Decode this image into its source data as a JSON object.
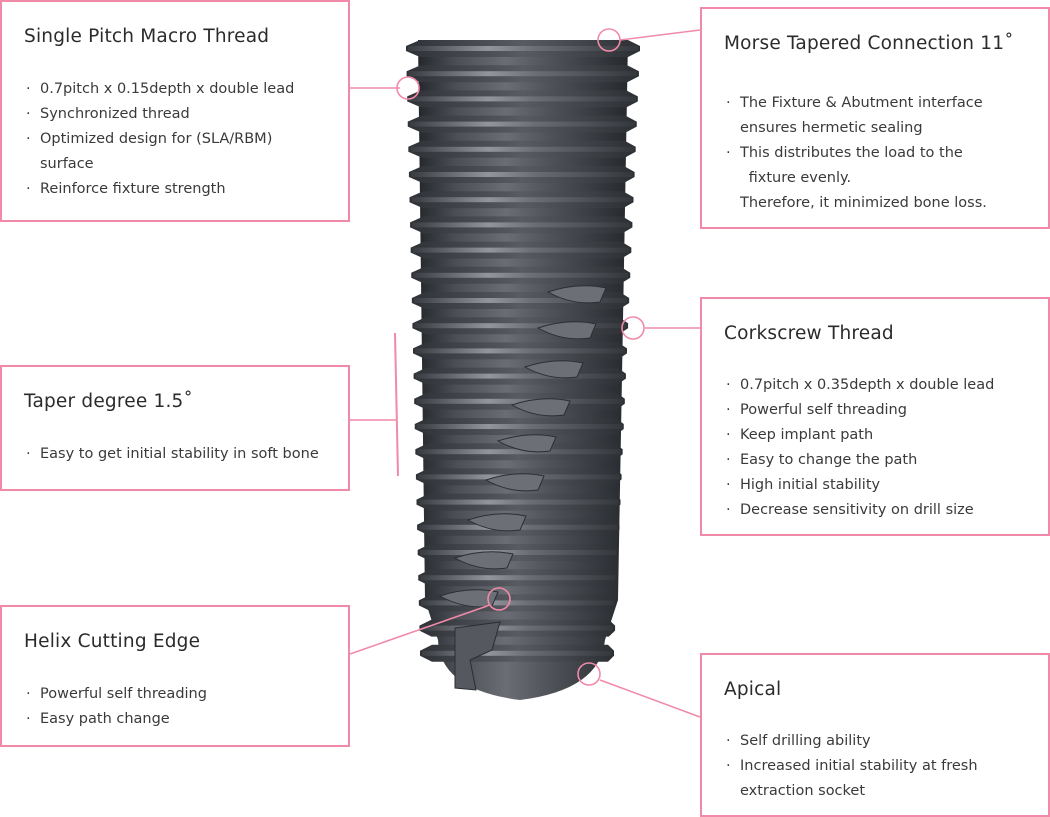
{
  "colors": {
    "accent": "#f08aa8",
    "implant_body": "#3d4045",
    "implant_highlight": "#8c9096",
    "text": "#333333"
  },
  "callouts": {
    "macro": {
      "title": "Single Pitch Macro Thread",
      "items": [
        {
          "text": "0.7pitch x 0.15depth x double lead"
        },
        {
          "text": "Synchronized thread"
        },
        {
          "text": "Optimized design for (SLA/RBM)",
          "cont": "surface"
        },
        {
          "text": "Reinforce fixture strength"
        }
      ]
    },
    "taper": {
      "title": "Taper degree 1.5˚",
      "items": [
        {
          "text": "Easy to get initial stability in soft bone"
        }
      ]
    },
    "helix": {
      "title": "Helix Cutting Edge",
      "items": [
        {
          "text": "Powerful self threading"
        },
        {
          "text": "Easy path change"
        }
      ]
    },
    "morse": {
      "title": "Morse Tapered Connection 11˚",
      "items": [
        {
          "text": "The Fixture & Abutment interface",
          "cont": "ensures hermetic sealing"
        },
        {
          "text": "This distributes the load to the",
          "cont": " fixture evenly.",
          "cont2": "Therefore, it minimized bone loss."
        }
      ]
    },
    "cork": {
      "title": "Corkscrew Thread",
      "items": [
        {
          "text": "0.7pitch x 0.35depth x double lead"
        },
        {
          "text": "Powerful self threading"
        },
        {
          "text": "Keep implant path"
        },
        {
          "text": "Easy to change the path"
        },
        {
          "text": "High initial stability"
        },
        {
          "text": "Decrease sensitivity on drill size"
        }
      ]
    },
    "apical": {
      "title": "Apical",
      "items": [
        {
          "text": "Self drilling ability"
        },
        {
          "text": "Increased initial stability at fresh extraction socket"
        }
      ]
    }
  }
}
